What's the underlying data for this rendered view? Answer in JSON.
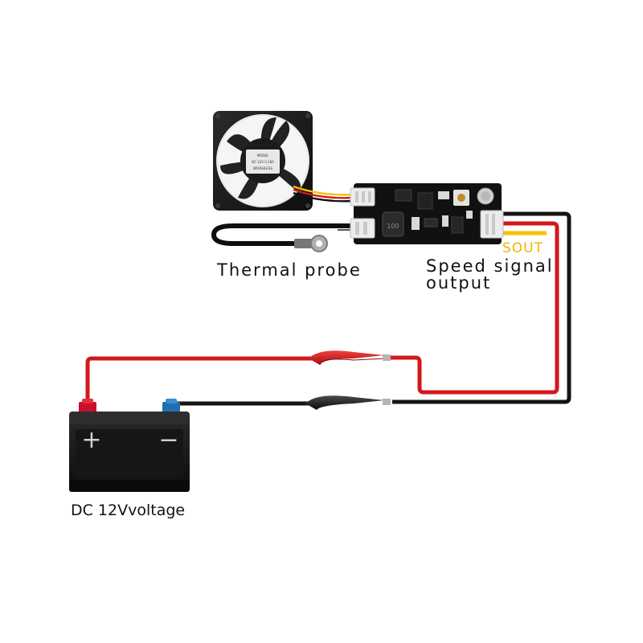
{
  "labels": {
    "thermal_probe": "Thermal probe",
    "speed_signal_line1": "Speed signal",
    "speed_signal_line2": "output",
    "sout": "SOUT",
    "battery_voltage": "DC 12Vvoltage",
    "battery_plus": "+",
    "battery_minus": "−"
  },
  "fan_sticker": {
    "line1": "MODEL",
    "line2": "DC 12V  0.18A",
    "line3": "BRUSHLESS"
  },
  "colors": {
    "wire_red": "#d3181c",
    "wire_black": "#151515",
    "sout_yellow": "#f2c200",
    "board": "#111111",
    "fan_body": "#1c1c1e",
    "battery_body": "#1a1a1a",
    "terminal_red": "#c8102e",
    "terminal_blue": "#1f6fb2",
    "clip_red": "#d91e1e",
    "clip_black": "#1a1a1a",
    "connector_white": "#ececec"
  },
  "icons": {
    "fan": "cooling-fan-icon",
    "board": "pwm-controller-board",
    "probe": "thermal-probe-icon",
    "battery": "battery-icon",
    "clip": "alligator-clip-icon"
  }
}
